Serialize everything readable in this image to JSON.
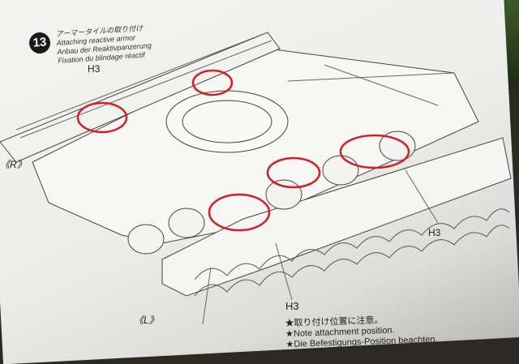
{
  "step": {
    "number": "13",
    "title_jp": "アーマータイルの取り付け",
    "title_en": "Attaching reactive armor",
    "title_de": "Anbau der Reaktivpanzerung",
    "title_fr": "Fixation du blindage réactif"
  },
  "labels": {
    "h3_a": "H3",
    "h3_b": "H3",
    "h3_c": "H3",
    "side_r": "《R》",
    "side_l": "《L》"
  },
  "notes": [
    "★取り付け位置に注意。",
    "★Note attachment position.",
    "★Die Befestigungs-Position beachten."
  ],
  "colors": {
    "highlight": "#d42020",
    "paper": "#efefed",
    "ink": "#333333"
  }
}
